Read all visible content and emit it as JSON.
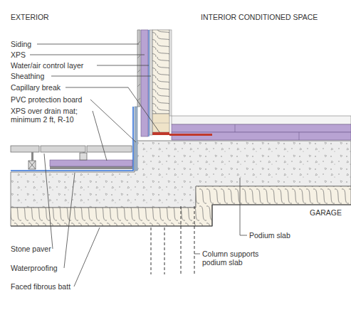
{
  "diagram": {
    "labels": [
      "EXTERIOR",
      "INTERIOR CONDITIONED SPACE",
      "Siding",
      "XPS",
      "Water/air control layer",
      "Sheathing",
      "Capillary break",
      "PVC protection board",
      "XPS over drain mat; minimum 2 ft, R-10",
      "GARAGE",
      "Stone paver",
      "Waterproofing",
      "Faced fibrous batt",
      "Podium slab",
      "Column supports podium slab"
    ]
  }
}
